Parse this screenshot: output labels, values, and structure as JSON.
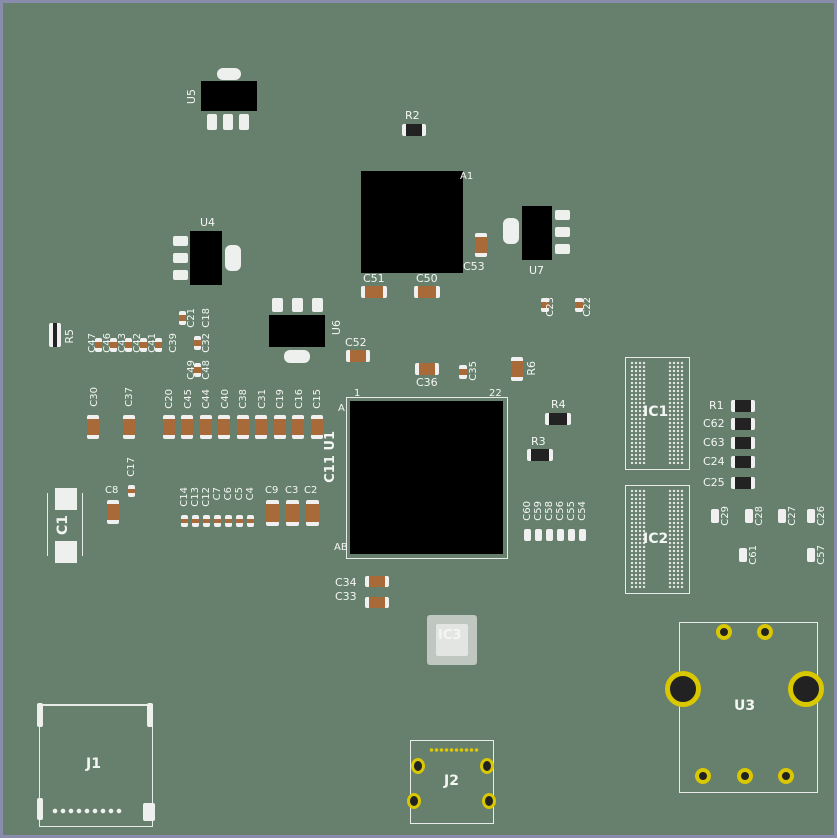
{
  "labels": {
    "U5": "U5",
    "R2": "R2",
    "A1_top": "A1",
    "U4": "U4",
    "U7": "U7",
    "C53": "C53",
    "C51": "C51",
    "C50": "C50",
    "C23": "C23",
    "C22": "C22",
    "R5": "R5",
    "C47": "C47",
    "C46": "C46",
    "C43": "C43",
    "C42": "C42",
    "C41": "C41",
    "C39": "C39",
    "C21": "C21",
    "C32": "C32",
    "C18": "C18",
    "C49": "C49",
    "C48": "C48",
    "U6": "U6",
    "C52": "C52",
    "C36": "C36",
    "C35": "C35",
    "R6": "R6",
    "C30": "C30",
    "C37": "C37",
    "C20": "C20",
    "C45": "C45",
    "C44": "C44",
    "C40": "C40",
    "C38": "C38",
    "C31": "C31",
    "C19": "C19",
    "C16": "C16",
    "C15": "C15",
    "A_pin": "A",
    "pin1": "1",
    "pin22": "22",
    "AB": "AB",
    "R4": "R4",
    "R3": "R3",
    "IC1": "IC1",
    "IC2": "IC2",
    "R1": "R1",
    "C62": "C62",
    "C63": "C63",
    "C24": "C24",
    "C25": "C25",
    "C29": "C29",
    "C28": "C28",
    "C27": "C27",
    "C26": "C26",
    "C61": "C61",
    "C57": "C57",
    "C17": "C17",
    "C8": "C8",
    "C1": "C1",
    "C14": "C14",
    "C13": "C13",
    "C12": "C12",
    "C7": "C7",
    "C6": "C6",
    "C5": "C5",
    "C4": "C4",
    "C9": "C9",
    "C3": "C3",
    "C2": "C2",
    "C60": "C60",
    "C59": "C59",
    "C58": "C58",
    "C56": "C56",
    "C55": "C55",
    "C54": "C54",
    "C34": "C34",
    "C33": "C33",
    "IC3": "IC3",
    "J1": "J1",
    "J2": "J2",
    "U3": "U3",
    "U1_text": "C11 U1"
  }
}
